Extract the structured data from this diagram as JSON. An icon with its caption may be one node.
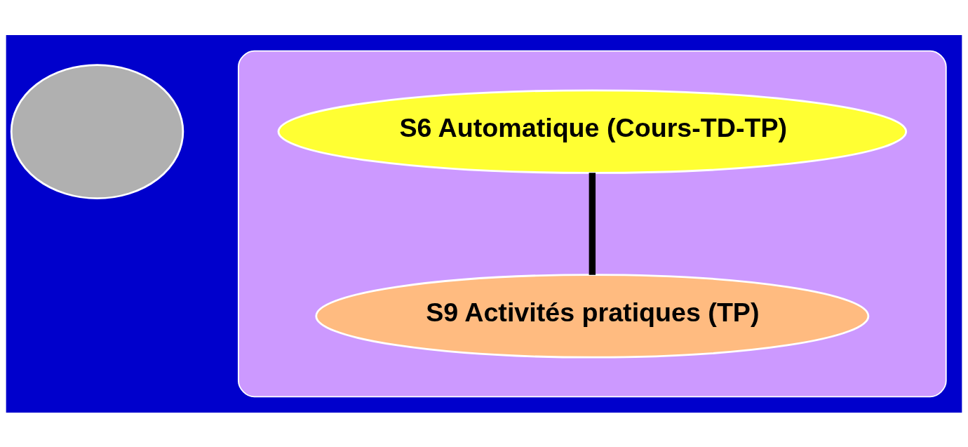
{
  "diagram": {
    "nodes": [
      {
        "text": [],
        "shape": "ellipse"
      },
      {
        "text": [],
        "shape": "ellipse"
      },
      {
        "text": [
          "S6 Automatique (Cours-TD-TP)"
        ],
        "in": 1
      },
      {
        "text": [
          "S9 Activités pratiques (TP)"
        ],
        "in": 1
      }
    ],
    "edges": [
      {
        "from": 2,
        "to": 3,
        "arrow": "none"
      }
    ]
  }
}
